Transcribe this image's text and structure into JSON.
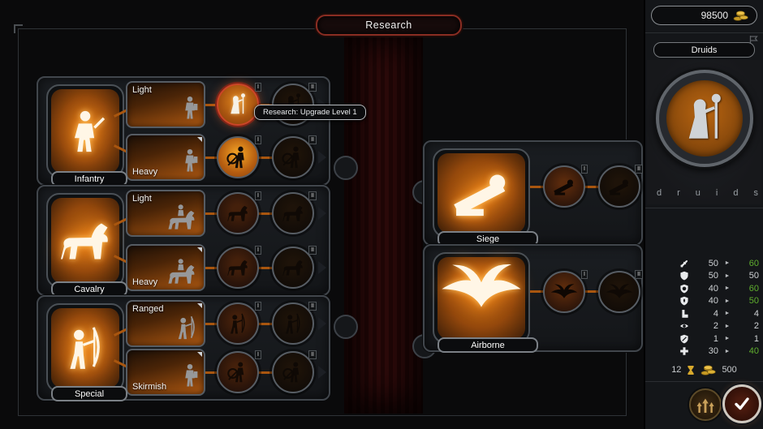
{
  "header": {
    "title": "Research"
  },
  "tooltip": {
    "text": "Research: Upgrade Level 1"
  },
  "resources": {
    "gold": "98500"
  },
  "tree": {
    "level_tags": {
      "l1": "I",
      "l2": "II"
    },
    "sections": {
      "infantry": {
        "label": "Infantry",
        "b1": "Light",
        "b2": "Heavy"
      },
      "cavalry": {
        "label": "Cavalry",
        "b1": "Light",
        "b2": "Heavy"
      },
      "special": {
        "label": "Special",
        "b1": "Ranged",
        "b2": "Skirmish"
      },
      "siege": {
        "label": "Siege"
      },
      "airborne": {
        "label": "Airborne"
      }
    }
  },
  "unit_panel": {
    "name": "Druids",
    "watermark": "druids",
    "arrow_glyph": "►",
    "stats": [
      {
        "icon": "sword-icon",
        "from": "50",
        "to": "60",
        "improved": true
      },
      {
        "icon": "shield-icon",
        "from": "50",
        "to": "50",
        "improved": false
      },
      {
        "icon": "ring-shield-icon",
        "from": "40",
        "to": "60",
        "improved": true
      },
      {
        "icon": "flame-shield-icon",
        "from": "40",
        "to": "50",
        "improved": true
      },
      {
        "icon": "boot-icon",
        "from": "4",
        "to": "4",
        "improved": false
      },
      {
        "icon": "eye-icon",
        "from": "2",
        "to": "2",
        "improved": false
      },
      {
        "icon": "slash-shield-icon",
        "from": "1",
        "to": "1",
        "improved": false
      },
      {
        "icon": "cross-icon",
        "from": "30",
        "to": "40",
        "improved": true
      }
    ],
    "cost": {
      "time": "12",
      "gold": "500"
    }
  },
  "colors": {
    "accent_orange": "#c9701a",
    "highlight_red": "#c7402a",
    "improved_green": "#5fae2e",
    "gold": "#d8a92c"
  }
}
